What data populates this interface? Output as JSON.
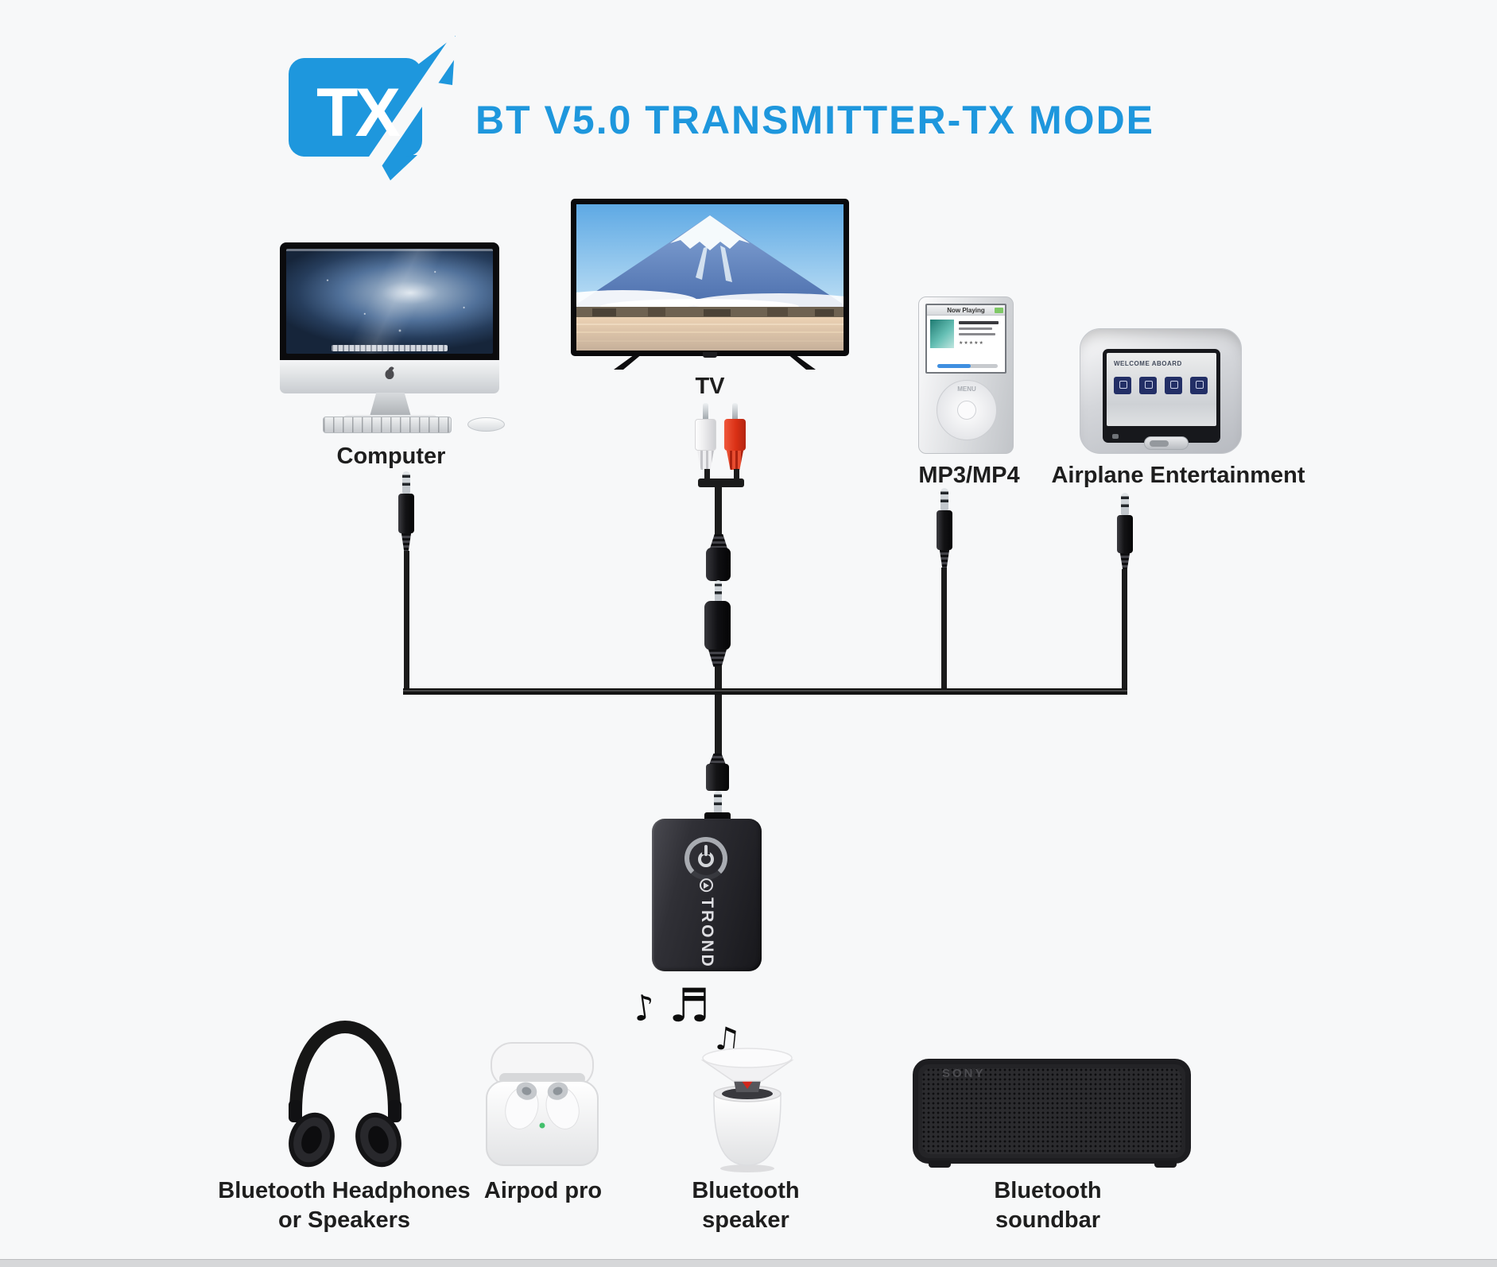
{
  "colors": {
    "accent": "#1e97dd",
    "cable": "#1b1b1b",
    "background": "#f7f8f9",
    "rca_red": "#da3015",
    "rca_white": "#ededed",
    "led_green": "#43c06c"
  },
  "logo": {
    "text": "TX"
  },
  "title": "BT V5.0 TRANSMITTER-TX MODE",
  "sources": {
    "computer": {
      "label": "Computer"
    },
    "tv": {
      "label": "TV"
    },
    "mp3": {
      "label": "MP3/MP4"
    },
    "airplane": {
      "label": "Airplane Entertainment",
      "screen_title": "WELCOME ABOARD"
    }
  },
  "ipod_screen": {
    "header": "Now Playing",
    "rating": "★★★★★",
    "wheel_label": "MENU"
  },
  "transmitter": {
    "brand": "TROND"
  },
  "music_notes": {
    "left": "♪",
    "center": "♬",
    "right": "♫"
  },
  "outputs": {
    "headphones": {
      "line1": "Bluetooth Headphones",
      "line2": "or Speakers"
    },
    "airpods": {
      "line1": "Airpod pro"
    },
    "speaker": {
      "line1": "Bluetooth",
      "line2": "speaker"
    },
    "soundbar": {
      "line1": "Bluetooth",
      "line2": "soundbar",
      "brand": "SONY"
    }
  }
}
